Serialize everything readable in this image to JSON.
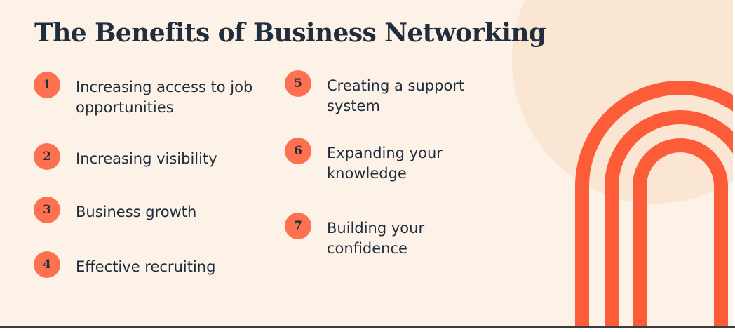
{
  "title": "The Benefits of Business Networking",
  "colors": {
    "background": "#fdf2e8",
    "accent": "#fd7150",
    "arch": "#fd5c39",
    "text": "#1f2d3d",
    "circle": "#fbe5d3"
  },
  "benefits": [
    {
      "number": "1",
      "label": "Increasing access to job opportunities"
    },
    {
      "number": "2",
      "label": "Increasing visibility"
    },
    {
      "number": "3",
      "label": "Business growth"
    },
    {
      "number": "4",
      "label": "Effective recruiting"
    },
    {
      "number": "5",
      "label": "Creating a support system"
    },
    {
      "number": "6",
      "label": "Expanding your knowledge"
    },
    {
      "number": "7",
      "label": "Building your confidence"
    }
  ]
}
